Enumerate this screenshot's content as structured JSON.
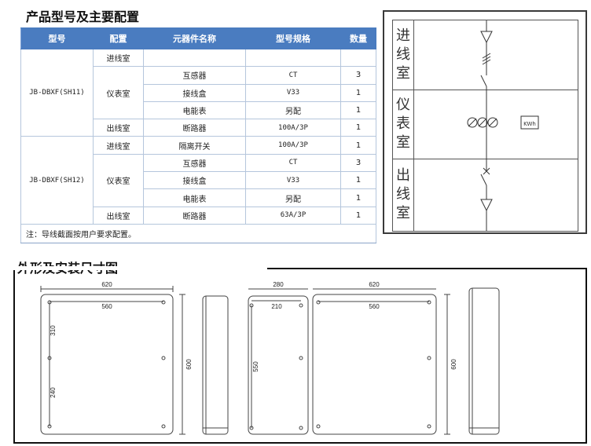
{
  "titles": {
    "product_models": "产品型号及主要配置",
    "dimensions": "外形及安装尺寸图"
  },
  "spec_table": {
    "headers": [
      "型号",
      "配置",
      "元器件名称",
      "型号规格",
      "数量"
    ],
    "groups": [
      {
        "model": "JB-DBXF(SH11)",
        "rows": [
          {
            "config": "进线室",
            "component": "",
            "spec": "",
            "qty": ""
          },
          {
            "config": "仪表室",
            "component": "互感器",
            "spec": "CT",
            "qty": "3"
          },
          {
            "config": "",
            "component": "接线盒",
            "spec": "V33",
            "qty": "1"
          },
          {
            "config": "",
            "component": "电能表",
            "spec": "另配",
            "qty": "1"
          },
          {
            "config": "出线室",
            "component": "断路器",
            "spec": "100A/3P",
            "qty": "1"
          }
        ]
      },
      {
        "model": "JB-DBXF(SH12)",
        "rows": [
          {
            "config": "进线室",
            "component": "隔离开关",
            "spec": "100A/3P",
            "qty": "1"
          },
          {
            "config": "仪表室",
            "component": "互感器",
            "spec": "CT",
            "qty": "3"
          },
          {
            "config": "",
            "component": "接线盒",
            "spec": "V33",
            "qty": "1"
          },
          {
            "config": "",
            "component": "电能表",
            "spec": "另配",
            "qty": "1"
          },
          {
            "config": "出线室",
            "component": "断路器",
            "spec": "63A/3P",
            "qty": "1"
          }
        ]
      }
    ],
    "note": "注：导线截面按用户要求配置。"
  },
  "wiring_diagram": {
    "rooms": [
      "进线室",
      "仪表室",
      "出线室"
    ],
    "meter_label": "KWh"
  },
  "dimension_drawing": {
    "front_view_1": {
      "width": "620",
      "hole_spacing_x": "560",
      "height": "600",
      "upper_spacing": "310",
      "lower_spacing": "240"
    },
    "front_view_2": {
      "left_width": "280",
      "left_hole_spacing": "210",
      "left_height": "550",
      "right_width": "620",
      "right_hole_spacing": "560",
      "right_height": "600"
    }
  },
  "colors": {
    "table_header_bg": "#4a7cc0",
    "table_border": "#b5c6dc",
    "drawing_line": "#444444"
  }
}
